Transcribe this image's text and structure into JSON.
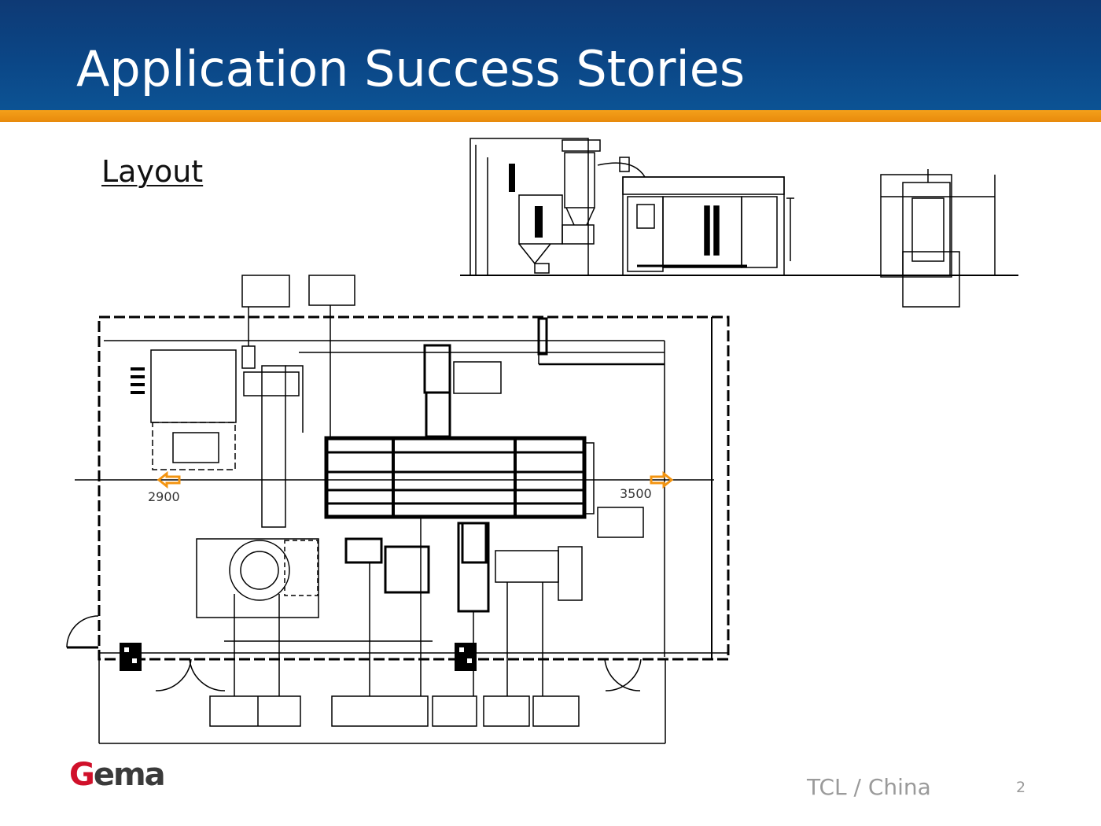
{
  "slide": {
    "title": "Application Success Stories",
    "subtitle": "Layout",
    "footer_text": "TCL / China",
    "page_number": "2",
    "logo_text": "Gema"
  },
  "drawing": {
    "dim_left": "2900",
    "dim_right": "3500"
  },
  "colors": {
    "header_blue": "#0b4686",
    "accent_orange": "#f39410",
    "logo_red": "#d0102a"
  }
}
